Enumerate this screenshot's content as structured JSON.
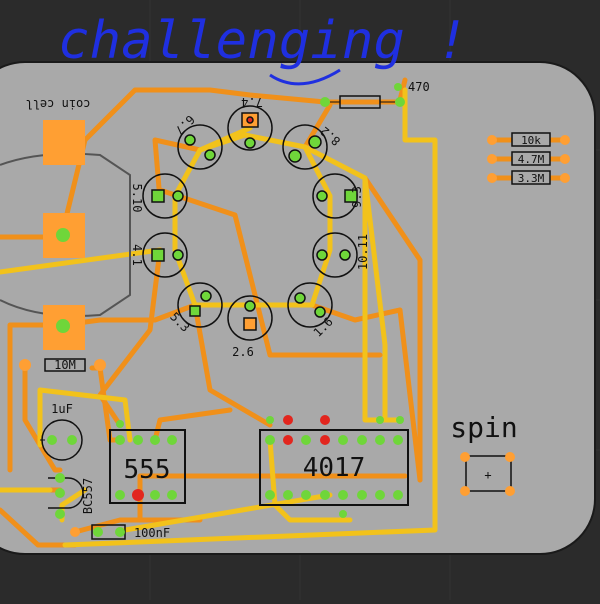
{
  "annotation": "challenging !",
  "colors": {
    "background": "#2b2b2b",
    "board": "#a9a9a9",
    "trace_orange": "#f0901a",
    "trace_yellow": "#f2c21b",
    "pad_green": "#6fd63a",
    "pad_orange": "#ff9f33",
    "pad_red": "#e2261e",
    "ink_blue": "#1f2fe0",
    "silk": "#111111"
  },
  "labels": {
    "coin_cell": "coin cell",
    "resistor_470": "470",
    "resistor_10m": "10M",
    "cap_1uf": "1uF",
    "transistor": "BC557",
    "cap_100nf": "100nF",
    "ic_555": "555",
    "ic_4017": "4017",
    "switch": "spin",
    "switch_plus": "+",
    "res_10k": "10k",
    "res_4m7": "4.7M",
    "res_3m3": "3.3M"
  },
  "led_labels": [
    "7.4",
    "8.2",
    "9.3",
    "10.11",
    "1.6",
    "2.6",
    "5.3",
    "4.1",
    "5.10",
    "6.7"
  ]
}
